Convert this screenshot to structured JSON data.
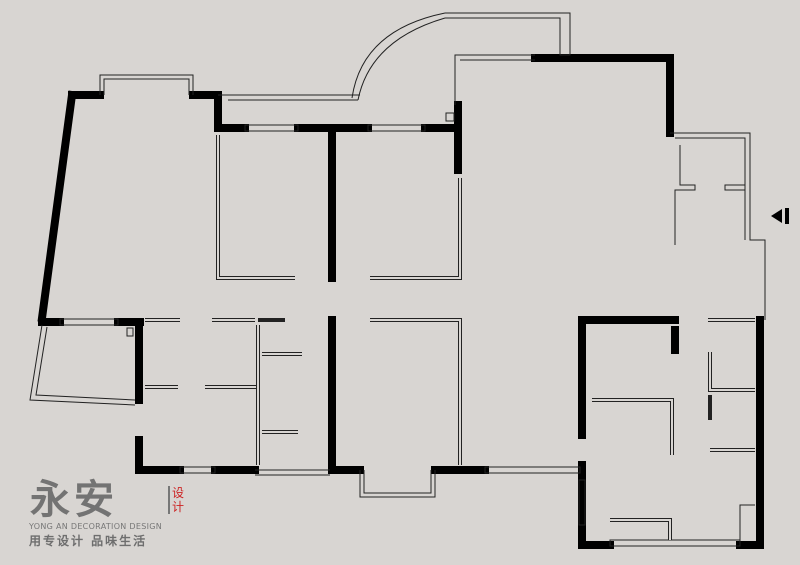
{
  "logo": {
    "brand": "永安",
    "side_text": "设计",
    "english": "YONG AN DECORATION DESIGN",
    "slogan": "用专设计 品味生活"
  },
  "icons": {
    "entry": "entry-arrow-icon"
  },
  "colors": {
    "background": "#d8d5d2",
    "wall": "#000000"
  }
}
